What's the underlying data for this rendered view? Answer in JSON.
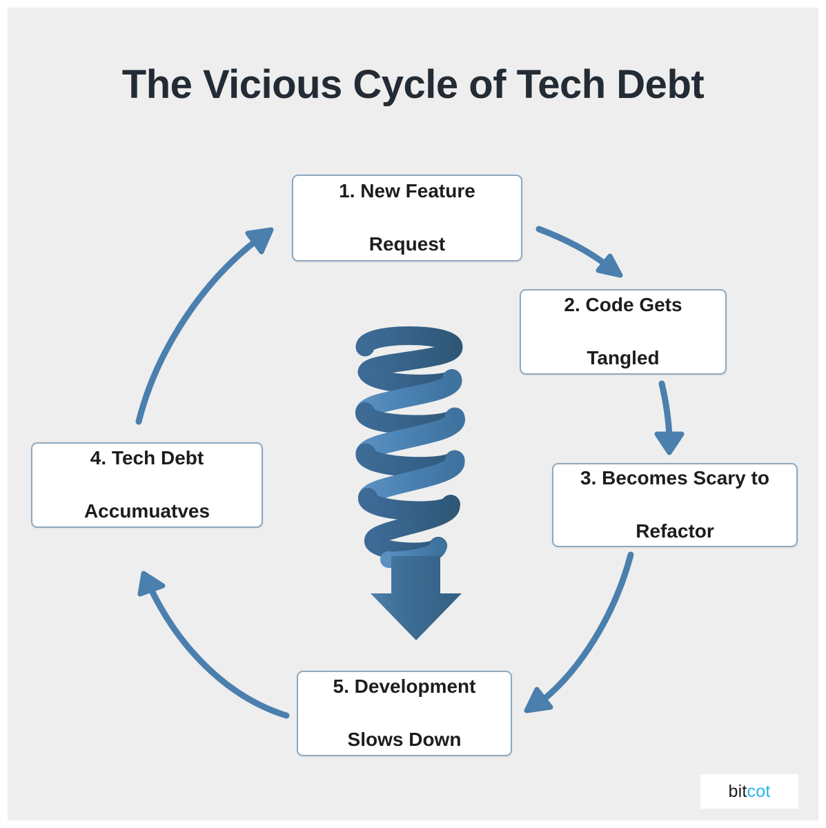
{
  "page": {
    "title": "The Vicious Cycle of Tech Debt",
    "background_color": "#eeeeee",
    "frame_color": "#ffffff"
  },
  "diagram": {
    "type": "cycle",
    "accent_color": "#4a7fae",
    "node_border_color": "#8ea7bd",
    "node_fill_color": "#ffffff",
    "text_color": "#1d1d1f",
    "nodes": [
      {
        "id": "node-1",
        "number": "1.",
        "label": "1. New Feature Request",
        "line1": "1. New Feature",
        "line2": "Request"
      },
      {
        "id": "node-2",
        "number": "2.",
        "label": "2. Code Gets Tangled",
        "line1": "2. Code Gets",
        "line2": "Tangled"
      },
      {
        "id": "node-3",
        "number": "3.",
        "label": "3. Becomes Scary to Refactor",
        "line1": "3. Becomes Scary to",
        "line2": "Refactor"
      },
      {
        "id": "node-4",
        "number": "4.",
        "label": "4. Tech Debt Accumuatves",
        "line1": "4. Tech Debt",
        "line2": "Accumuatves"
      },
      {
        "id": "node-5",
        "number": "5.",
        "label": "5. Development Slows Down",
        "line1": "5. Development",
        "line2": "Slows Down"
      }
    ],
    "connectors": [
      {
        "from": "node-1",
        "to": "node-2",
        "name": "arrow-1-to-2"
      },
      {
        "from": "node-2",
        "to": "node-3",
        "name": "arrow-2-to-3"
      },
      {
        "from": "node-3",
        "to": "node-5",
        "name": "arrow-3-to-5"
      },
      {
        "from": "node-5",
        "to": "node-4",
        "name": "arrow-5-to-4"
      },
      {
        "from": "node-4",
        "to": "node-1",
        "name": "arrow-4-to-1"
      }
    ],
    "center_graphic": {
      "name": "downward-spiral",
      "description": "Descending blue helix ending in a solid down arrow",
      "coil_light_color": "#4a82b4",
      "coil_dark_color": "#366290",
      "arrow_color": "#3d6d99"
    }
  },
  "logo": {
    "text": "bitcot",
    "part_primary": "bit",
    "part_accent": "cot",
    "primary_color": "#1b1b1b",
    "accent_color": "#29b6e8"
  }
}
